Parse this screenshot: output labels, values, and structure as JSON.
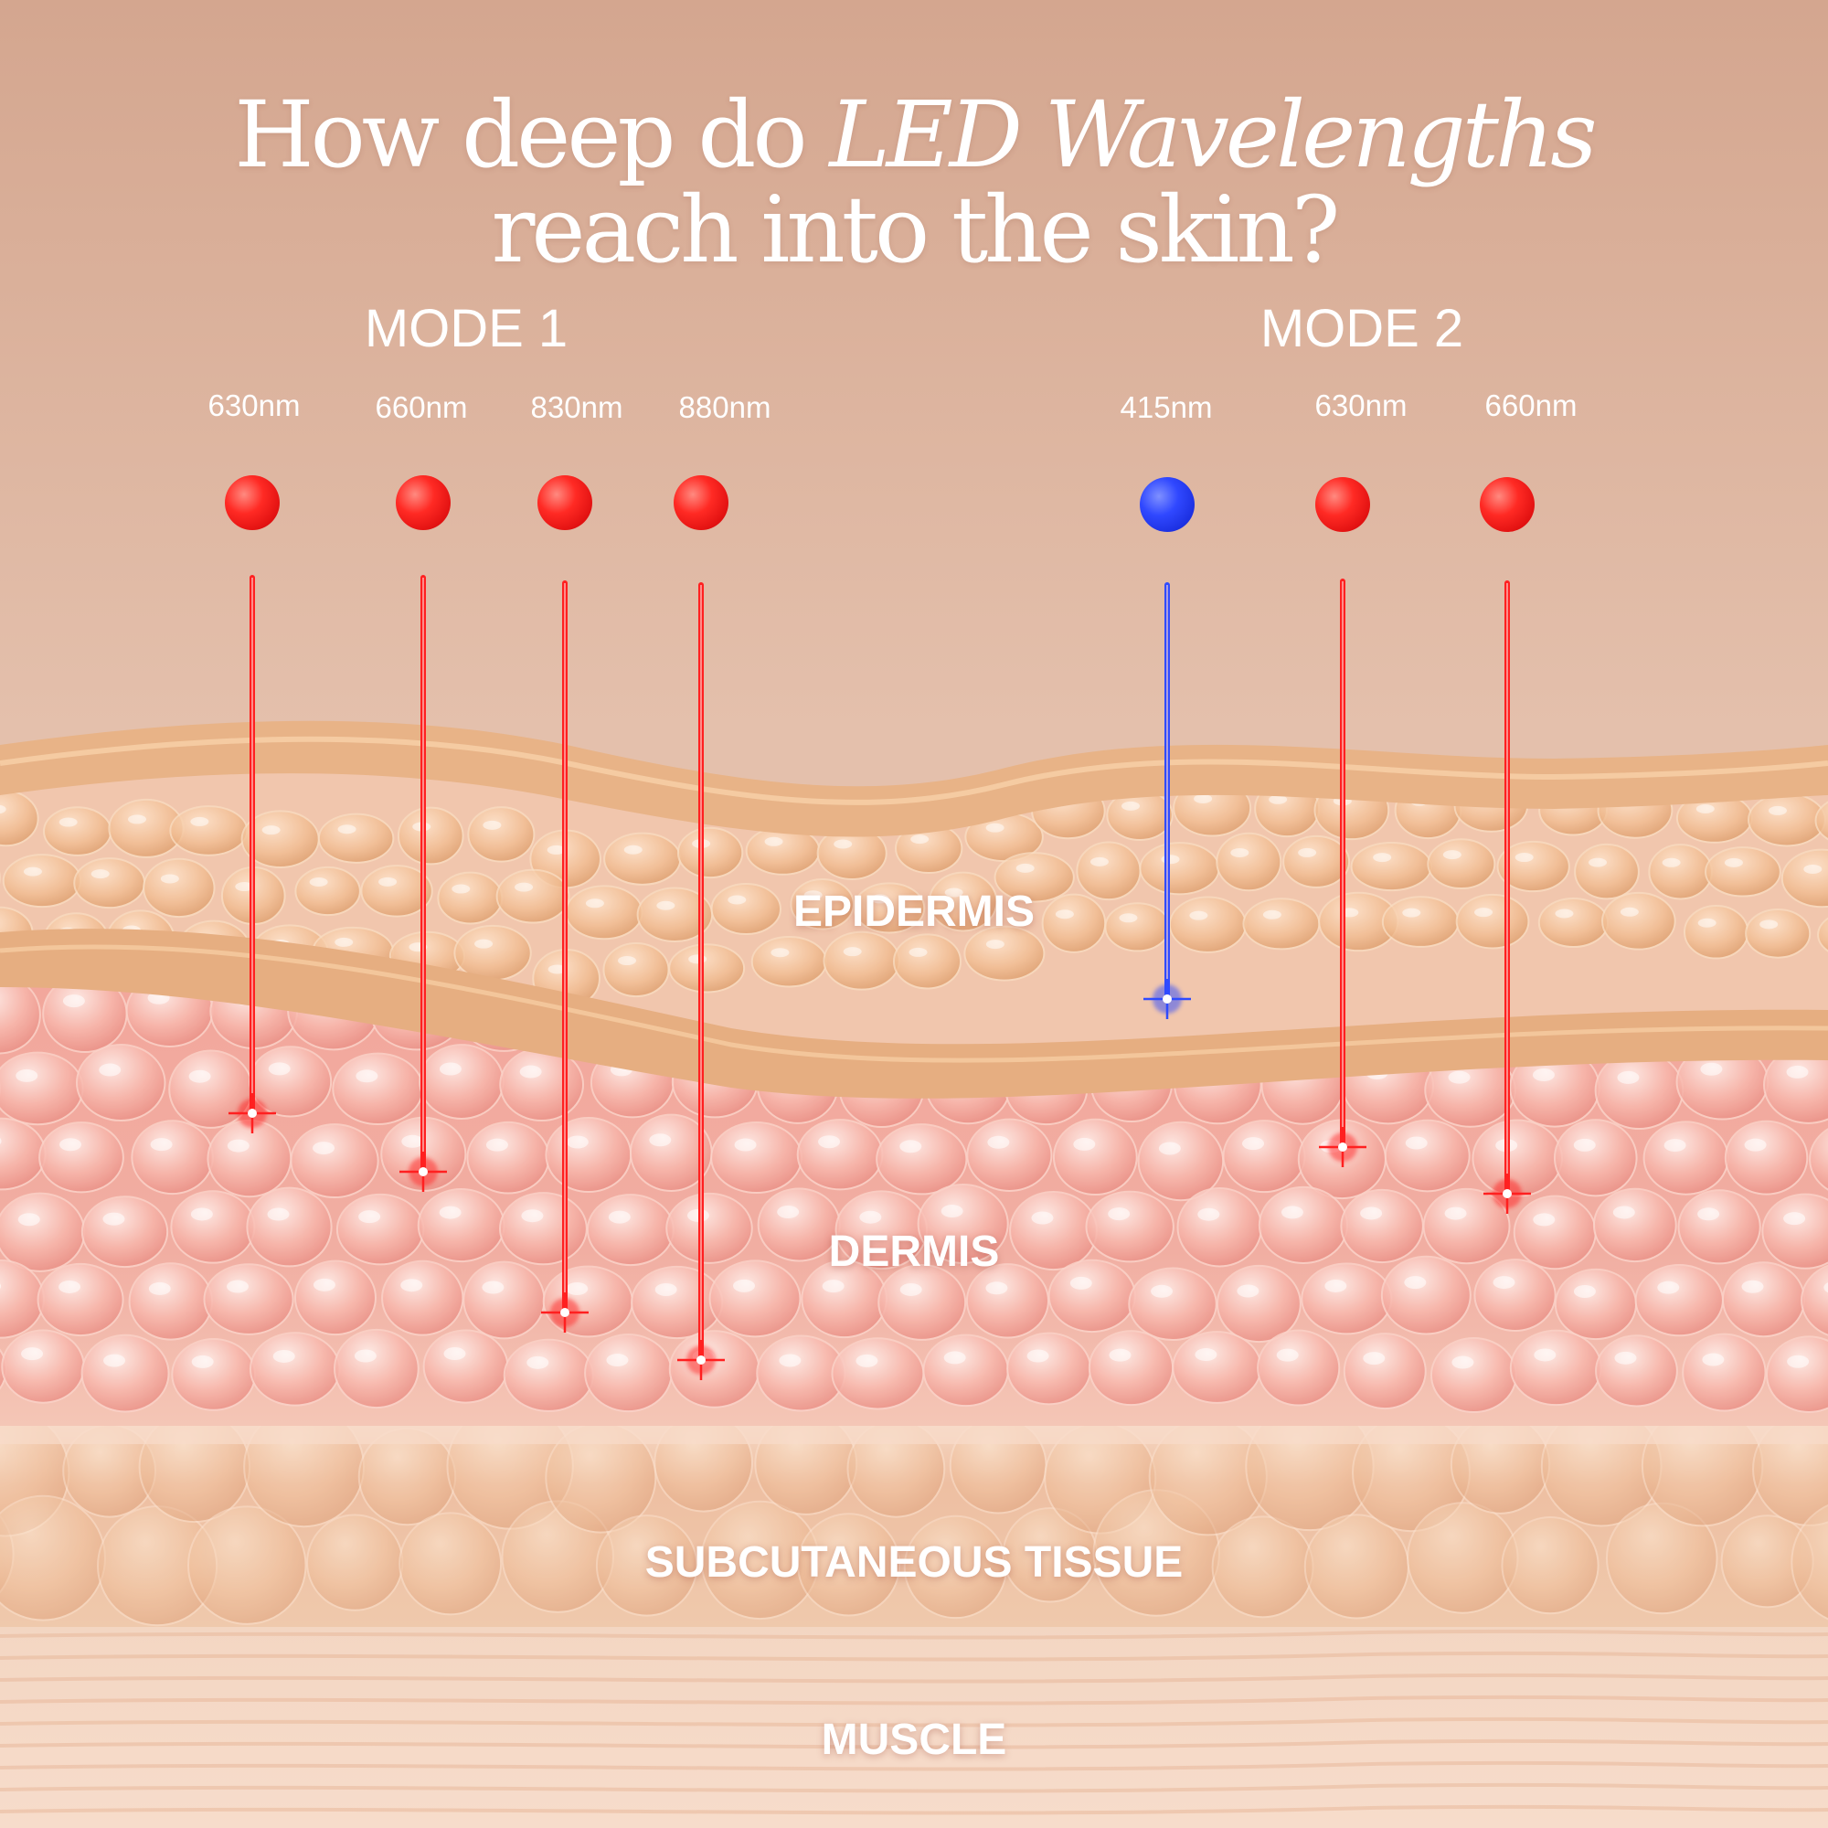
{
  "title": {
    "line1_start": "How deep do ",
    "line1_emph": "LED Wavelengths",
    "line2": "reach into the skin?"
  },
  "modes": {
    "mode1": "MODE 1",
    "mode2": "MODE 2"
  },
  "wavelengths": {
    "mode1": [
      "630nm",
      "660nm",
      "830nm",
      "880nm"
    ],
    "mode2": [
      "415nm",
      "630nm",
      "660nm"
    ]
  },
  "layers": {
    "epidermis": "EPIDERMIS",
    "dermis": "DERMIS",
    "subcutaneous": "SUBCUTANEOUS TISSUE",
    "muscle": "MUSCLE"
  },
  "colors": {
    "red_light": "#ff2020",
    "blue_light": "#2f4bff",
    "background": "#d6ab94"
  }
}
